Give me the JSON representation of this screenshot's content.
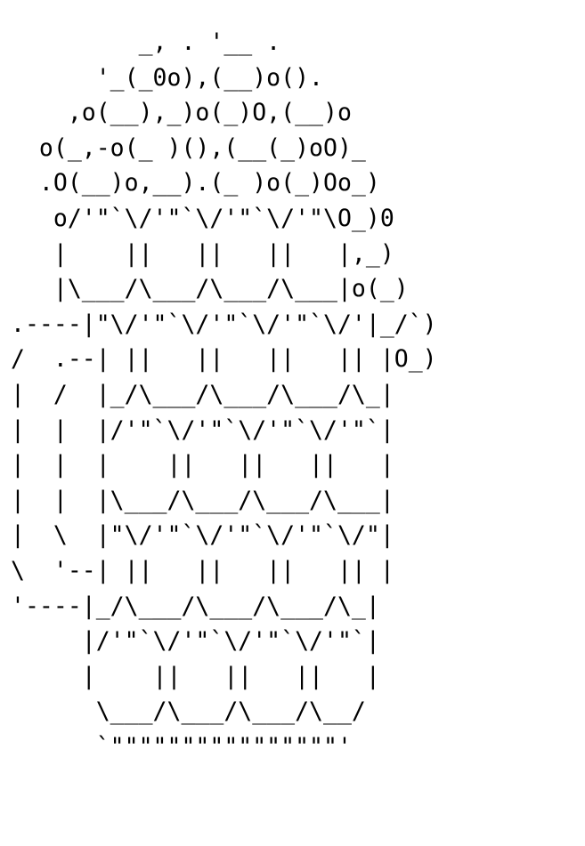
{
  "ascii_art": {
    "lines": [
      "         _, . '__ .",
      "      '_(_0o),(__)o().",
      "    ,o(__),_)o(_)O,(__)o",
      "  o(_,-o(_ )(),(__(_)oO)_",
      "  .O(__)o,__).(_ )o(_)Oo_)",
      "   o/'\"`\\/'\"`\\/'\"`\\/'\"\\O_)0",
      "   |    ||   ||   ||   |,_)",
      "   |\\___/\\___/\\___/\\___|o(_)",
      ".----|\"\\/'\"`\\/'\"`\\/'\"`\\/'|_/`)",
      "/  .--| ||   ||   ||   || |O_)",
      "|  /  |_/\\___/\\___/\\___/\\_|",
      "|  |  |/'\"`\\/'\"`\\/'\"`\\/'\"`|",
      "|  |  |    ||   ||   ||   |",
      "|  |  |\\___/\\___/\\___/\\___|",
      "|  \\  |\"\\/'\"`\\/'\"`\\/'\"`\\/\"|",
      "\\  '--| ||   ||   ||   || |",
      "'----|_/\\___/\\___/\\___/\\_|",
      "     |/'\"`\\/'\"`\\/'\"`\\/'\"`|",
      "     |    ||   ||   ||   |",
      "      \\___/\\___/\\___/\\__/",
      "      `\"\"\"\"\"\"\"\"\"\"\"\"\"\"\"\"'"
    ]
  },
  "colors": {
    "background": "#ffffff",
    "text": "#000000"
  }
}
